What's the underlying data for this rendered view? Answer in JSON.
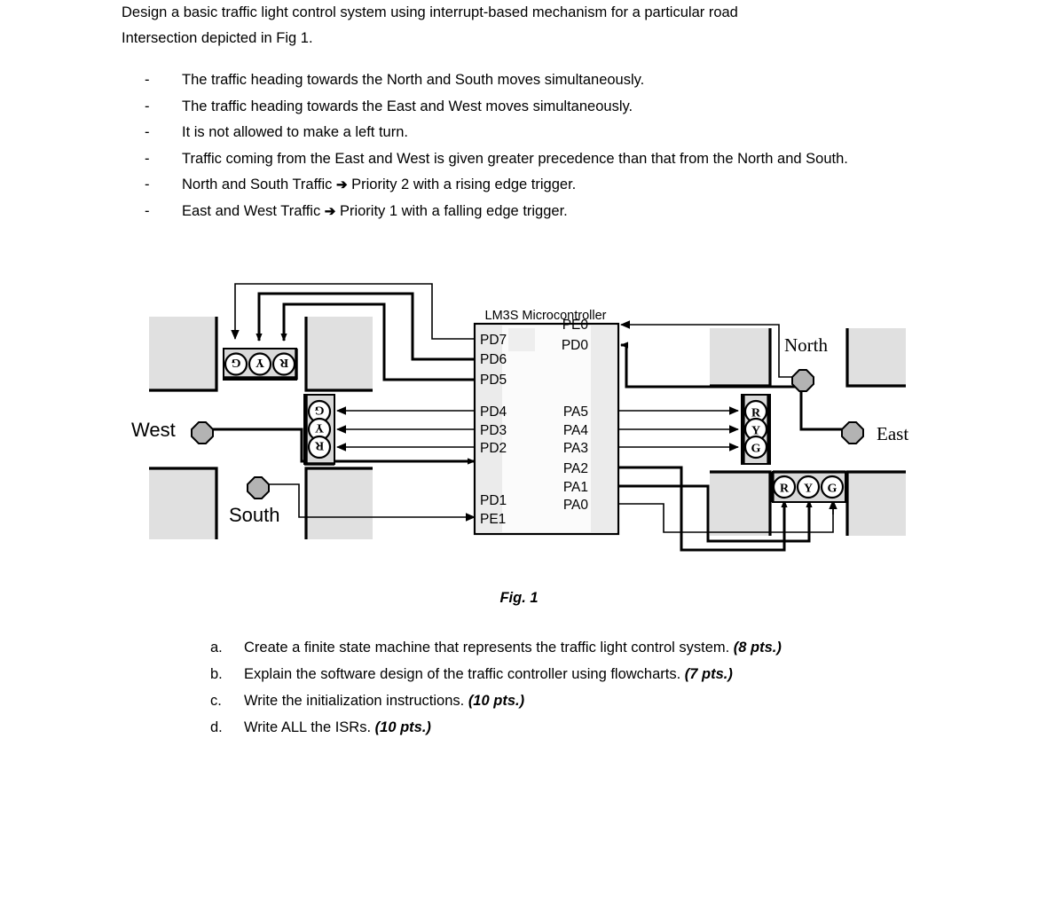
{
  "intro": {
    "line1": "Design a basic traffic light control system using interrupt-based mechanism for a particular road",
    "line2": "Intersection depicted in Fig 1."
  },
  "bullets": {
    "marker": "-",
    "items": [
      {
        "text": "The traffic heading towards the North and South moves simultaneously."
      },
      {
        "text": "The traffic heading towards the East and West moves simultaneously."
      },
      {
        "text": "It is not allowed to make a left turn."
      },
      {
        "text": "Traffic coming from the East and West is given greater precedence than that from the North and South."
      },
      {
        "pre": "North and South Traffic ",
        "arrow": "➔",
        "post": " Priority 2 with a rising edge trigger."
      },
      {
        "pre": "East and West Traffic ",
        "arrow": "➔",
        "post": " Priority 1 with a falling edge trigger."
      }
    ]
  },
  "figure": {
    "caption": "Fig. 1",
    "mcu": {
      "title": "LM3S Microcontroller",
      "left_pins": [
        "PD7",
        "PD6",
        "PD5",
        "PD4",
        "PD3",
        "PD2",
        "PD1",
        "PE1"
      ],
      "right_pins": [
        "PE0",
        "PD0",
        "PA5",
        "PA4",
        "PA3",
        "PA2",
        "PA1",
        "PA0"
      ]
    },
    "directions": {
      "north": "North",
      "south": "South",
      "east": "East",
      "west": "West"
    },
    "lights": {
      "northwest_horizontal": [
        "G",
        "Y",
        "R"
      ],
      "center_vertical_left": [
        "G",
        "Y",
        "R"
      ],
      "center_vertical_right": [
        "R",
        "Y",
        "G"
      ],
      "southeast_horizontal": [
        "R",
        "Y",
        "G"
      ]
    },
    "colors": {
      "block_fill": "#e0e0e0",
      "block_stroke": "#000000",
      "mcu_fill": "#fbfbfb",
      "mcu_pin_col": "#ebebeb",
      "sensor_fill": "#b3b3b3",
      "light_housing": "#d9d9d9",
      "lamp_fill": "#ffffff",
      "wire": "#000000"
    }
  },
  "questions": {
    "items": [
      {
        "marker": "a.",
        "text": "Create a finite state machine that represents the traffic light control system. ",
        "pts": "(8 pts.)"
      },
      {
        "marker": "b.",
        "text": "Explain the software design of the traffic controller using flowcharts. ",
        "pts": "(7 pts.)"
      },
      {
        "marker": "c.",
        "text": "Write the initialization instructions. ",
        "pts": "(10 pts.)"
      },
      {
        "marker": "d.",
        "text": "Write ALL the ISRs. ",
        "pts": "(10 pts.)"
      }
    ]
  }
}
